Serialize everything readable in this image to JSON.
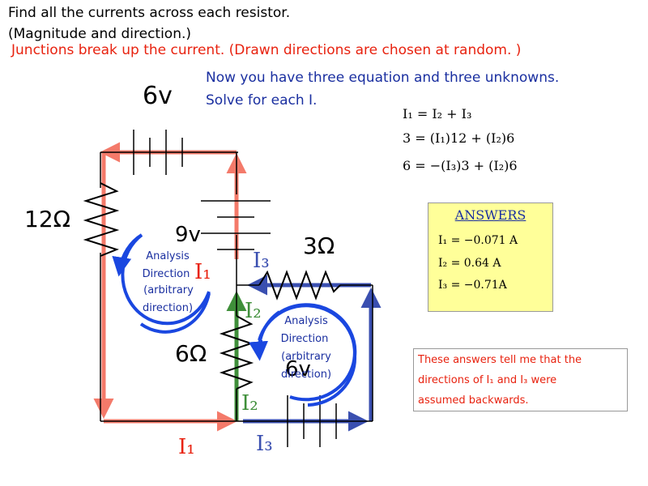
{
  "header": {
    "line1": "Find all the currents across each resistor.",
    "line2": "(Magnitude and direction.)",
    "junctions": "Junctions break up the current. (Drawn directions are chosen at random. )",
    "solve1": "Now you have three equation and three unknowns.",
    "solve2": "Solve for each I."
  },
  "equations": [
    "I₁ = I₂ + I₃",
    "3 = (I₁)12 + (I₂)6",
    "6 = −(I₃)3 + (I₂)6"
  ],
  "answers": {
    "heading": "ANSWERS",
    "lines": [
      "I₁ = −0.071 A",
      "I₂ = 0.64  A",
      "I₃ = −0.71A"
    ]
  },
  "note": {
    "line1": "These answers tell me that the",
    "line2": "directions of I₁ and I₃ were",
    "line3": "assumed backwards."
  },
  "circuit": {
    "battery_top": "6v",
    "battery_mid": "9v",
    "battery_bottom": "6v",
    "resistor_left": "12Ω",
    "resistor_mid": "6Ω",
    "resistor_right": "3Ω",
    "loop_label": [
      "Analysis",
      "Direction",
      "(arbitrary",
      "direction)"
    ],
    "loop2_label": [
      "Analysis",
      "Direction",
      "(arbitrary",
      "direction)"
    ],
    "currents": {
      "i1_mid": "I₁",
      "i1_bottom": "I₁",
      "i2_upper": "I₂",
      "i2_lower": "I₂",
      "i3_upper": "I₃",
      "i3_bottom": "I₃"
    }
  },
  "colors": {
    "red_arrow": "#f47a6a",
    "green_arrow": "#3f8f3a",
    "blue_arrow": "#3a4fb0",
    "loop_blue": "#1a47e0",
    "title_red": "#e8220f",
    "title_blue": "#1a2fa0",
    "answers_bg": "#ffff99"
  }
}
